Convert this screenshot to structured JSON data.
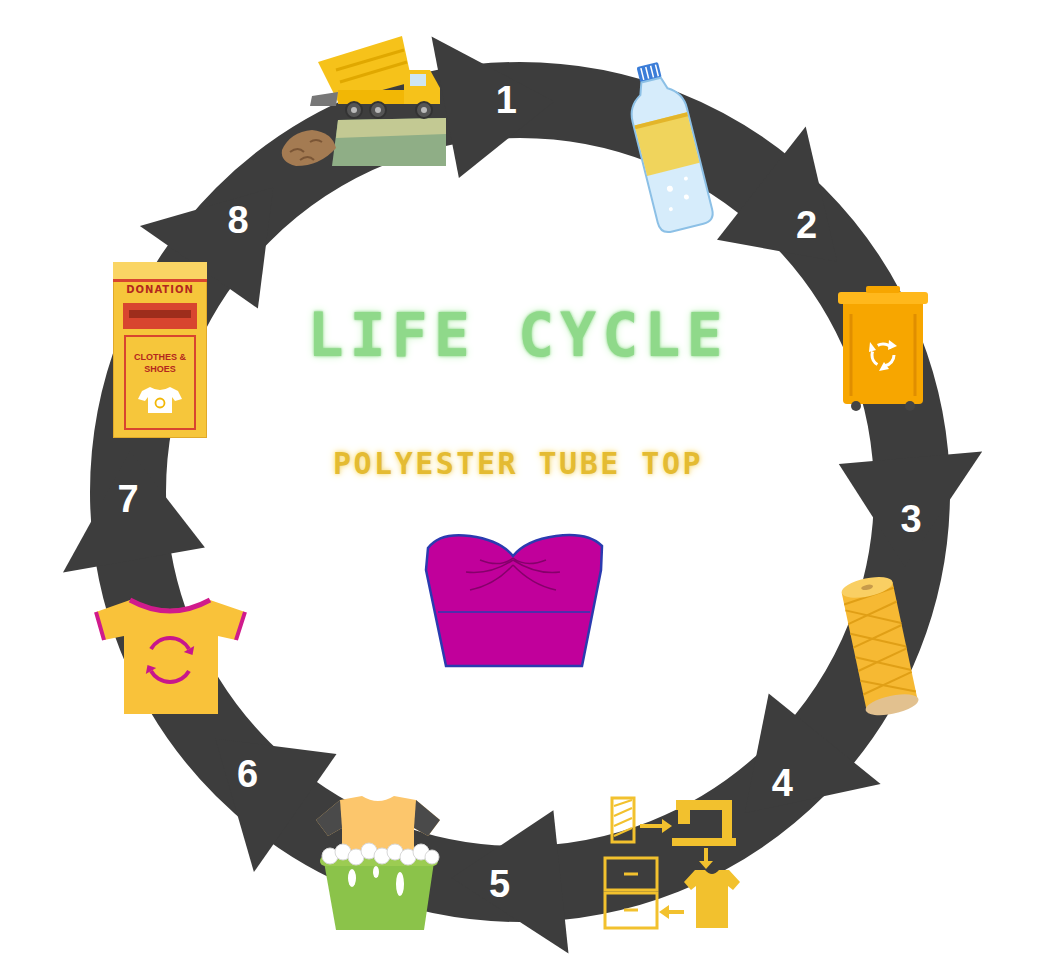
{
  "diagram": {
    "title": "LIFE CYCLE",
    "nodes": [
      {
        "text": [
          "DONATION"
        ]
      },
      {
        "text": [
          "CLOTHES & SHOES"
        ],
        "in": 0
      }
    ],
    "labels": [
      "POLYESTER TUBE TOP",
      "1",
      "2",
      "3",
      "4",
      "5",
      "6",
      "7",
      "8"
    ]
  }
}
